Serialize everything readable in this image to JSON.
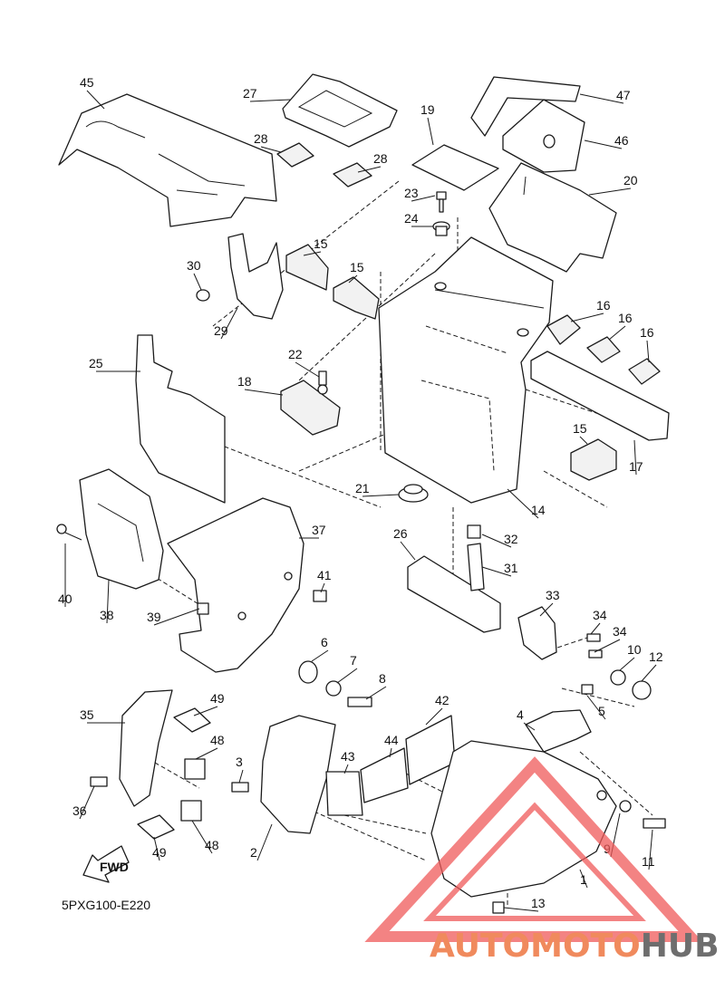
{
  "diagram_code": "5PXG100-E220",
  "fwd_label": "FWD",
  "watermark": {
    "part1": "AUTO",
    "part2": "MOTO",
    "part3": "HUB",
    "color_primary": "#f08a5d",
    "color_secondary": "#6e6e6e",
    "triangle_color": "#f05a5a"
  },
  "callouts": [
    {
      "id": "c1",
      "label": "1"
    },
    {
      "id": "c2",
      "label": "2"
    },
    {
      "id": "c3",
      "label": "3"
    },
    {
      "id": "c4",
      "label": "4"
    },
    {
      "id": "c5",
      "label": "5"
    },
    {
      "id": "c6",
      "label": "6"
    },
    {
      "id": "c7",
      "label": "7"
    },
    {
      "id": "c8",
      "label": "8"
    },
    {
      "id": "c9",
      "label": "9"
    },
    {
      "id": "c10",
      "label": "10"
    },
    {
      "id": "c11",
      "label": "11"
    },
    {
      "id": "c12",
      "label": "12"
    },
    {
      "id": "c13",
      "label": "13"
    },
    {
      "id": "c14",
      "label": "14"
    },
    {
      "id": "c15a",
      "label": "15"
    },
    {
      "id": "c15b",
      "label": "15"
    },
    {
      "id": "c15c",
      "label": "15"
    },
    {
      "id": "c16a",
      "label": "16"
    },
    {
      "id": "c16b",
      "label": "16"
    },
    {
      "id": "c16c",
      "label": "16"
    },
    {
      "id": "c17",
      "label": "17"
    },
    {
      "id": "c18",
      "label": "18"
    },
    {
      "id": "c19",
      "label": "19"
    },
    {
      "id": "c20",
      "label": "20"
    },
    {
      "id": "c21",
      "label": "21"
    },
    {
      "id": "c22",
      "label": "22"
    },
    {
      "id": "c23",
      "label": "23"
    },
    {
      "id": "c24",
      "label": "24"
    },
    {
      "id": "c25",
      "label": "25"
    },
    {
      "id": "c26",
      "label": "26"
    },
    {
      "id": "c27",
      "label": "27"
    },
    {
      "id": "c28a",
      "label": "28"
    },
    {
      "id": "c28b",
      "label": "28"
    },
    {
      "id": "c29",
      "label": "29"
    },
    {
      "id": "c30",
      "label": "30"
    },
    {
      "id": "c31",
      "label": "31"
    },
    {
      "id": "c32",
      "label": "32"
    },
    {
      "id": "c33",
      "label": "33"
    },
    {
      "id": "c34a",
      "label": "34"
    },
    {
      "id": "c34b",
      "label": "34"
    },
    {
      "id": "c35",
      "label": "35"
    },
    {
      "id": "c36",
      "label": "36"
    },
    {
      "id": "c37",
      "label": "37"
    },
    {
      "id": "c38",
      "label": "38"
    },
    {
      "id": "c39",
      "label": "39"
    },
    {
      "id": "c40",
      "label": "40"
    },
    {
      "id": "c41",
      "label": "41"
    },
    {
      "id": "c42",
      "label": "42"
    },
    {
      "id": "c43",
      "label": "43"
    },
    {
      "id": "c44",
      "label": "44"
    },
    {
      "id": "c45",
      "label": "45"
    },
    {
      "id": "c46",
      "label": "46"
    },
    {
      "id": "c47",
      "label": "47"
    },
    {
      "id": "c48a",
      "label": "48"
    },
    {
      "id": "c48b",
      "label": "48"
    },
    {
      "id": "c49a",
      "label": "49"
    },
    {
      "id": "c49b",
      "label": "49"
    }
  ]
}
